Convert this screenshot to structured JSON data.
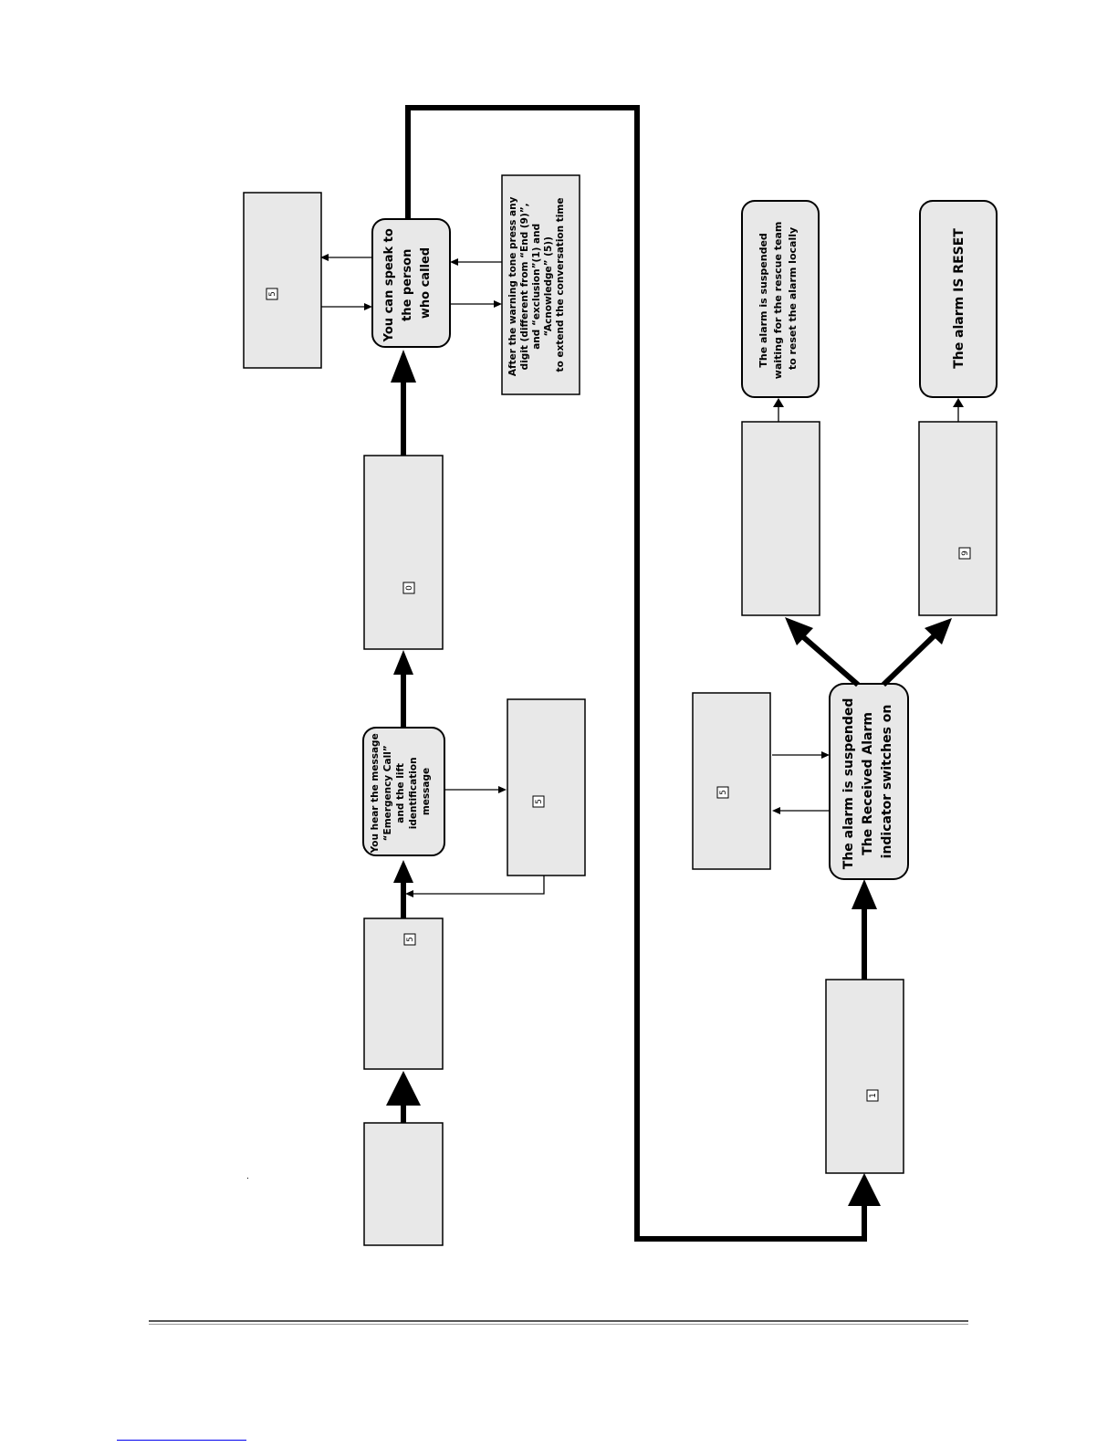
{
  "steps": {
    "speak": "You can speak to the person who called",
    "extend_note": "After the warning tone press any digit (different from “End (9)”, and “exclusion”(1) and “Acnowledge” (5)) to extend the conversation time",
    "hear": "You hear the message “Emergency Call” and the lift identification message",
    "suspended": "The alarm is suspended The Received Alarm indicator switches on",
    "waiting": "The alarm is suspended waiting for the rescue team to reset the alarm locally",
    "reset": "The alarm IS RESET"
  },
  "keys": {
    "k5_a": "5",
    "k5_b": "5",
    "k5_c": "5",
    "k0": "0",
    "k5_d": "5",
    "k1": "1",
    "k9": "9"
  }
}
